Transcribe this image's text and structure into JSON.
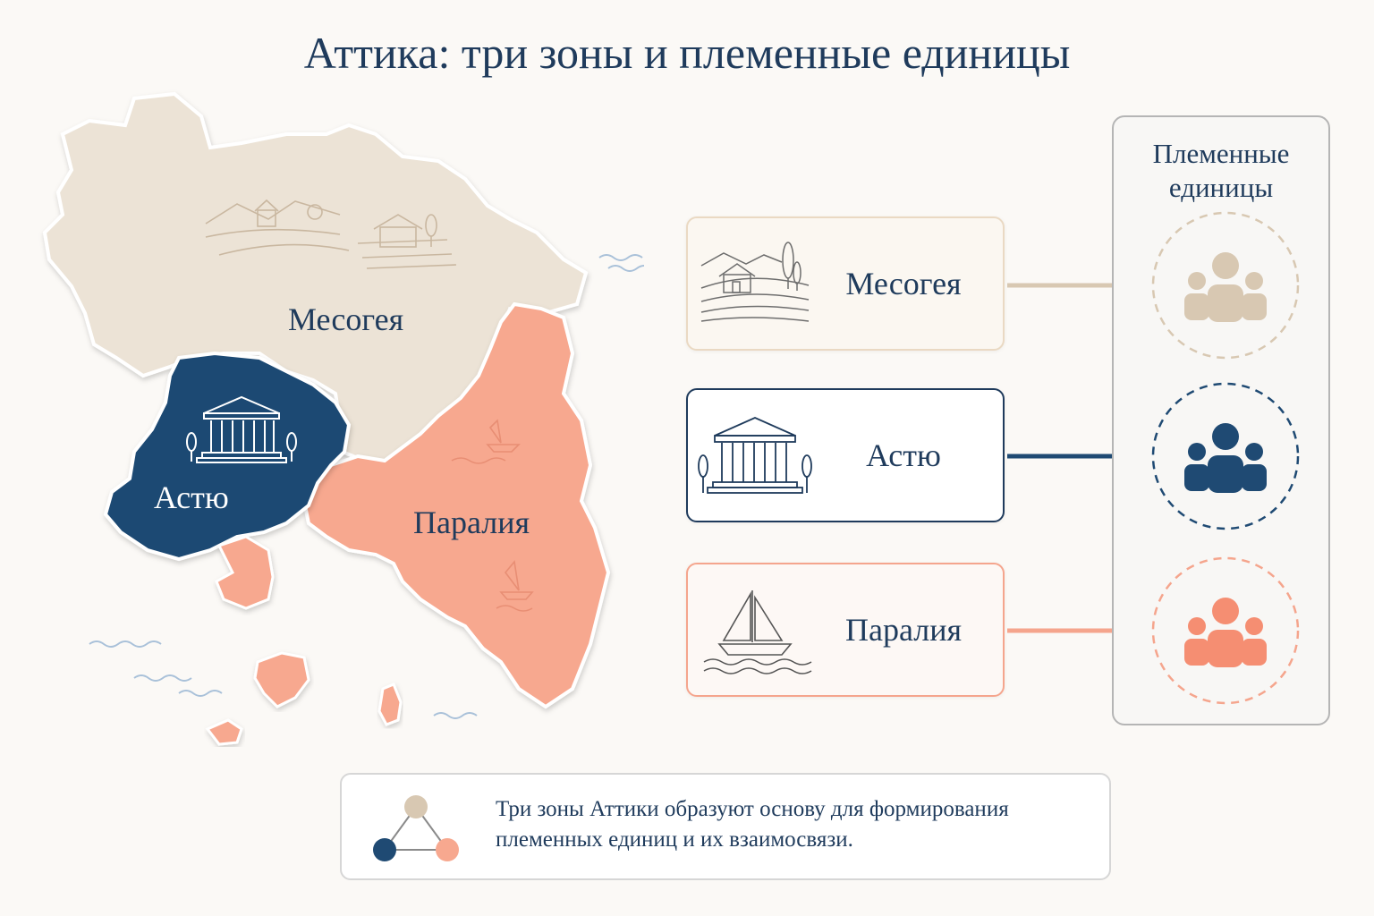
{
  "title": "Аттика: три зоны и племенные единицы",
  "colors": {
    "mesogeia": "#ece3d6",
    "asty": "#1f4a73",
    "paralia": "#f7a88f",
    "text": "#1f3b5c",
    "mesogeia_stroke": "#cdbba3",
    "paralia_stroke": "#f39a80"
  },
  "map": {
    "labels": {
      "mesogeia": "Месогея",
      "asty": "Астю",
      "paralia": "Паралия"
    }
  },
  "zones": [
    {
      "label": "Месогея",
      "icon": "landscape-farm-icon"
    },
    {
      "label": "Астю",
      "icon": "temple-icon"
    },
    {
      "label": "Паралия",
      "icon": "sailboat-icon"
    }
  ],
  "tribal_panel": {
    "title_line1": "Племенные",
    "title_line2": "единицы"
  },
  "footer": {
    "line1": "Три зоны Аттики образуют основу для формирования",
    "line2": "племенных единиц и их взаимосвязи."
  }
}
